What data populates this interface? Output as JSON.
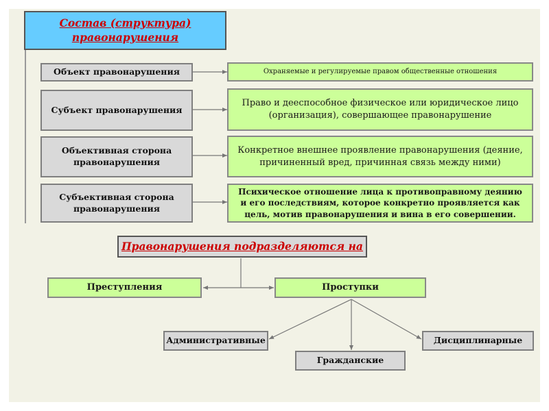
{
  "title": "Состав (структура) правонарушения",
  "structure": [
    {
      "label": "Объект правонарушения",
      "description": "Охраняемые и регулируемые правом общественные отношения"
    },
    {
      "label": "Субъект правонарушения",
      "description": "Право и дееспособное физическое или юридическое лицо (организация), совершающее правонарушение"
    },
    {
      "label": "Объективная сторона правонарушения",
      "description": "Конкретное внешнее проявление правонарушения (деяние, причиненный вред, причинная связь между ними)"
    },
    {
      "label": "Субъективная сторона правонарушения",
      "description": "Психическое отношение лица к противоправному деянию и его последствиям, которое конкретно проявляется как цель, мотив правонарушения и вина в его совершении."
    }
  ],
  "divide_title": "Правонарушения подразделяются на",
  "types": {
    "crimes": "Преступления",
    "misdemeanors": "Проступки",
    "subtypes": {
      "administrative": "Административные",
      "civil": "Гражданские",
      "disciplinary": "Дисциплинарные"
    }
  },
  "colors": {
    "title_bg": "#66ccff",
    "title_text": "#cc0000",
    "label_bg": "#d9d9d9",
    "description_bg": "#ccff99",
    "slide_bg": "#f2f2e6"
  }
}
